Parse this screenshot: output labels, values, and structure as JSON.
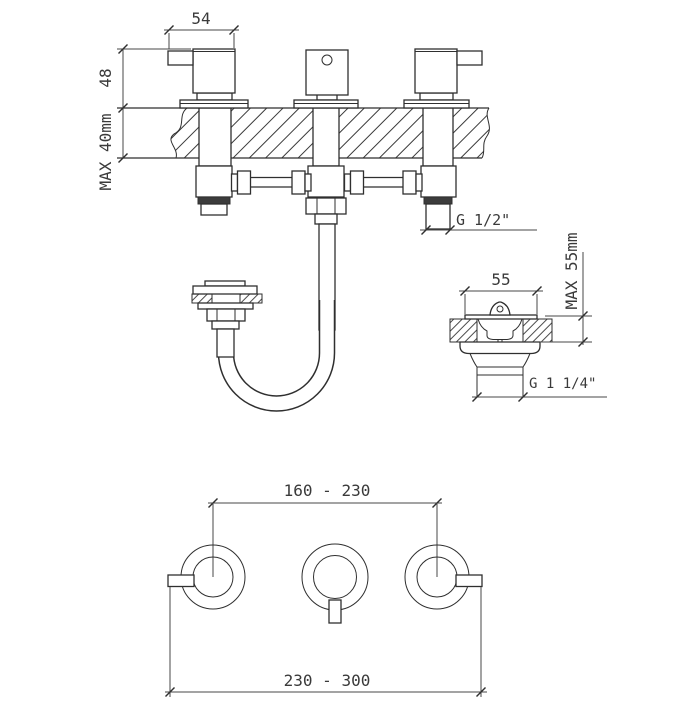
{
  "drawing_labels": {
    "section": {
      "dim_width": "54",
      "dim_height": "48",
      "dim_max_thickness": "MAX 40mm",
      "thread_label": "G 1/2\""
    },
    "waste": {
      "dim_width": "55",
      "dim_max_thickness": "MAX 55mm",
      "thread_label": "G 1 1/4\""
    },
    "plan": {
      "dim_hole_spacing": "160 - 230",
      "dim_overall_width": "230 - 300"
    }
  },
  "colors": {
    "background": "#ffffff",
    "line": "#2f2f2f",
    "dimension": "#474747",
    "text": "#3a3a3a"
  }
}
